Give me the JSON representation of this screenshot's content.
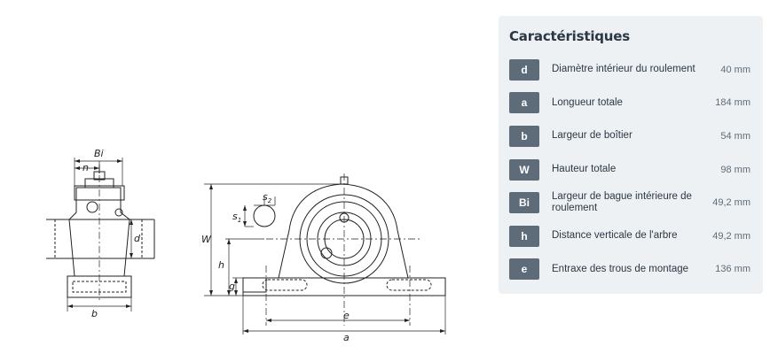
{
  "drawing": {
    "labels": {
      "bi": "Bi",
      "n": "n",
      "d": "d",
      "b": "b",
      "w": "W",
      "h": "h",
      "g": "g",
      "s1": "s",
      "s1_sub": "1",
      "s2": "s",
      "s2_sub": "2",
      "e": "e",
      "a": "a"
    }
  },
  "panel": {
    "title": "Caractéristiques",
    "rows": [
      {
        "code": "d",
        "label": "Diamètre intérieur du roulement",
        "value": "40 mm"
      },
      {
        "code": "a",
        "label": "Longueur totale",
        "value": "184 mm"
      },
      {
        "code": "b",
        "label": "Largeur de boîtier",
        "value": "54 mm"
      },
      {
        "code": "W",
        "label": "Hauteur totale",
        "value": "98 mm"
      },
      {
        "code": "Bi",
        "label": "Largeur de bague intérieure de roulement",
        "value": "49,2 mm"
      },
      {
        "code": "h",
        "label": "Distance verticale de l'arbre",
        "value": "49,2 mm"
      },
      {
        "code": "e",
        "label": "Entraxe des trous de montage",
        "value": "136 mm"
      }
    ]
  }
}
